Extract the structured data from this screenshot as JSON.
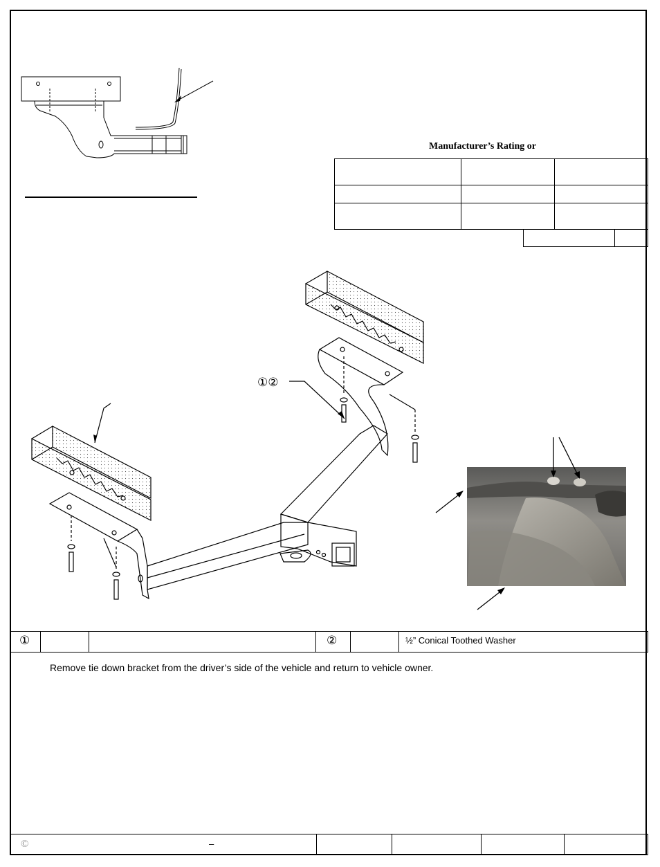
{
  "rating_table": {
    "title": "Manufacturer’s Rating or"
  },
  "parts_table": {
    "part1_marker": "①",
    "part2_marker": "②",
    "part2_description": "½” Conical Toothed Washer"
  },
  "callouts": {
    "bolt_washer_marker": "①②"
  },
  "instructions": {
    "step_text": "Remove tie down bracket from the driver’s side of the vehicle and return to vehicle owner."
  },
  "footer": {
    "copyright_symbol": "©",
    "separator": "–"
  }
}
